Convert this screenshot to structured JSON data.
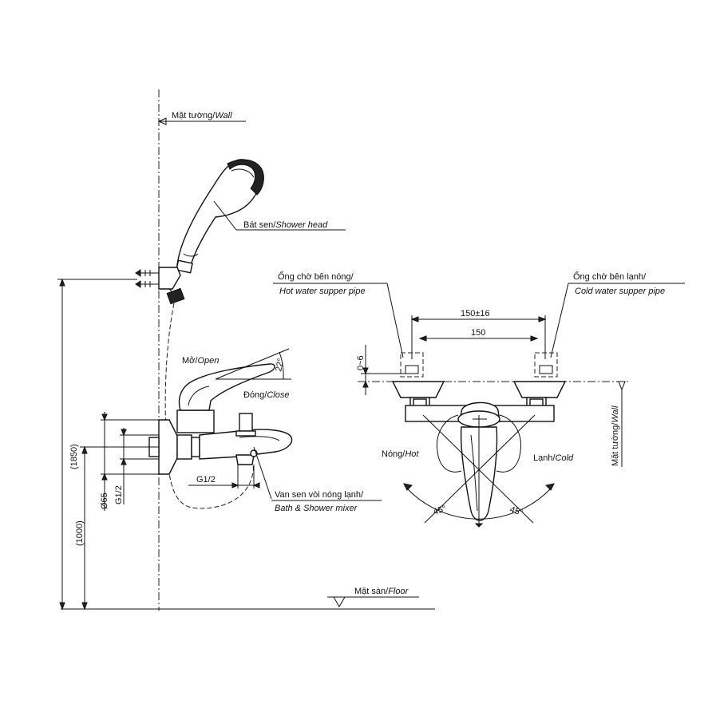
{
  "labels": {
    "wall_vi": "Mặt tường/",
    "wall_en": "Wall",
    "shower_head_vi": "Bát sen/",
    "shower_head_en": "Shower head",
    "hot_pipe_vi": "Ống chờ bên nóng/",
    "hot_pipe_en": "Hot water supper pipe",
    "cold_pipe_vi": "Ống chờ bên lạnh/",
    "cold_pipe_en": "Cold water supper pipe",
    "open_vi": "Mở/",
    "open_en": "Open",
    "close_vi": "Đóng/",
    "close_en": "Close",
    "hot_vi": "Nóng/",
    "hot_en": "Hot",
    "cold_vi": "Lạnh/",
    "cold_en": "Cold",
    "mixer_vi": "Van sen vòi nóng lạnh/",
    "mixer_en": "Bath & Shower mixer",
    "floor_vi": "Mặt sàn/",
    "floor_en": "Floor",
    "wall_side_vi": "Mặt tường/",
    "wall_side_en": "Wall"
  },
  "dimensions": {
    "total_height": "(1850)",
    "mixer_height": "(1000)",
    "diameter": "Ø65",
    "thread_left": "G1/2",
    "thread_bottom": "G1/2",
    "angle_handle": "22°",
    "spacing_tolerance": "150±16",
    "spacing": "150",
    "offset": "0~6",
    "angle_left": "45°",
    "angle_right": "45°"
  }
}
